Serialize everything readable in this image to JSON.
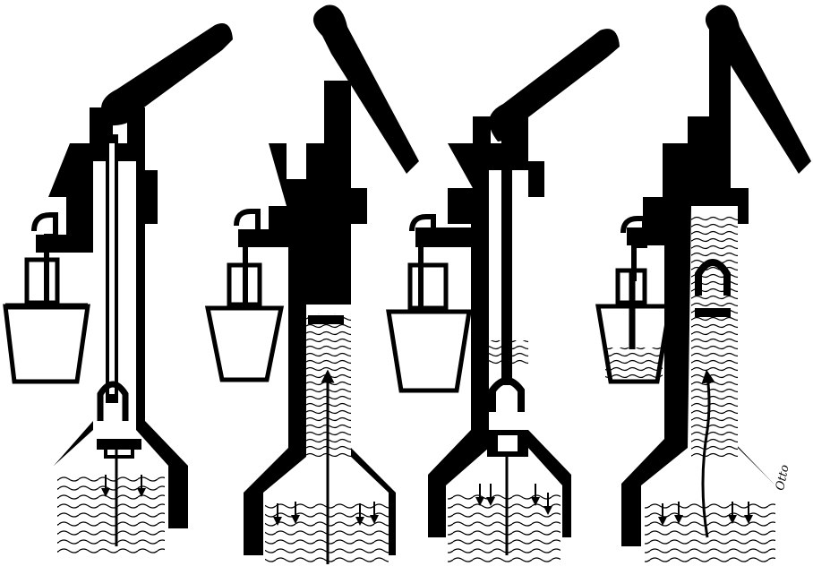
{
  "figure": {
    "description_free": true,
    "panels": [
      {
        "id": "stage-1",
        "bucket_fill": 0.0,
        "chamber_fill": 0.0,
        "handle": "down"
      },
      {
        "id": "stage-2",
        "bucket_fill": 0.0,
        "chamber_fill": 0.75,
        "handle": "up"
      },
      {
        "id": "stage-3",
        "bucket_fill": 0.0,
        "chamber_fill": 0.08,
        "handle": "down"
      },
      {
        "id": "stage-4",
        "bucket_fill": 0.45,
        "chamber_fill": 1.0,
        "handle": "up"
      }
    ],
    "signature_text": "Otto"
  },
  "colors": {
    "ink": "#000000",
    "paper": "#ffffff"
  }
}
